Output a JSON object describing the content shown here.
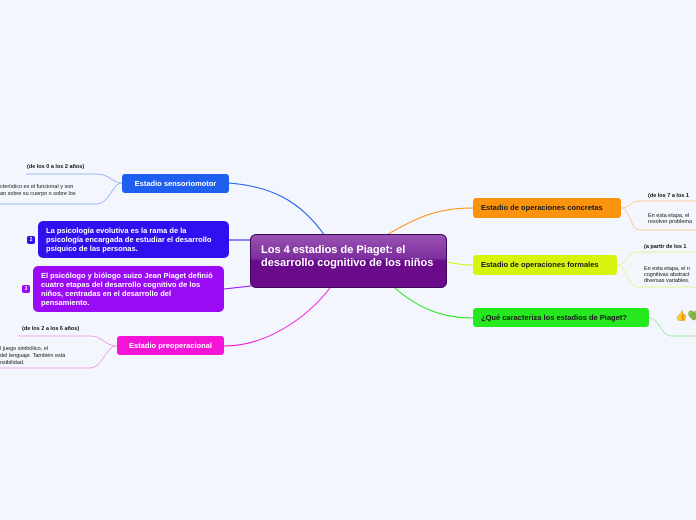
{
  "central": "Los 4 estadios de Piaget: el desarrollo cognitivo de los niños",
  "left": {
    "sensoriomotor": {
      "title": "Estadio sensoriomotor",
      "age": "(de los 0 a los 2 años)",
      "desc_line1": "cterístico es el funcional y son",
      "desc_line2": "an sobre su cuerpo o sobre los"
    },
    "info1": {
      "text": "La psicología evolutiva es la rama de la psicología encargada de estudiar el desarrollo psíquico de las personas.",
      "badge": "2"
    },
    "info2": {
      "text": "El psicólogo y biólogo suizo Jean Piaget definió cuatro etapas del desarrollo cognitivo de los niños, centradas en el desarrollo del pensamiento.",
      "badge": "3"
    },
    "preoperacional": {
      "title": "Estadio preoperacional",
      "age": "(de los 2 a los 6 años)",
      "desc_line1": "l juego simbólico, el",
      "desc_line2": "del lenguaje. También está",
      "desc_line3": "nsibilidad."
    }
  },
  "right": {
    "concretas": {
      "title": "Estadio de operaciones concretas",
      "age": "(de los 7 a los 1",
      "desc_line1": "En esta etapa, el",
      "desc_line2": "resolver problema"
    },
    "formales": {
      "title": "Estadio de operaciones formales",
      "age": "(a partir de los 1",
      "desc_line1": "En esta etapa, el n",
      "desc_line2": "cognitivas abstract",
      "desc_line3": "diversas variables."
    },
    "question": {
      "title": "¿Qué caracteriza los estadios de Piaget?",
      "emoji": "👍💚"
    }
  },
  "colors": {
    "sensoriomotor": "#1f5ff0",
    "info1": "#2f10ee",
    "info2": "#9a0af5",
    "preoperacional": "#f414d8",
    "concretas": "#fb930e",
    "formales": "#d6f40e",
    "question": "#25e81e"
  }
}
